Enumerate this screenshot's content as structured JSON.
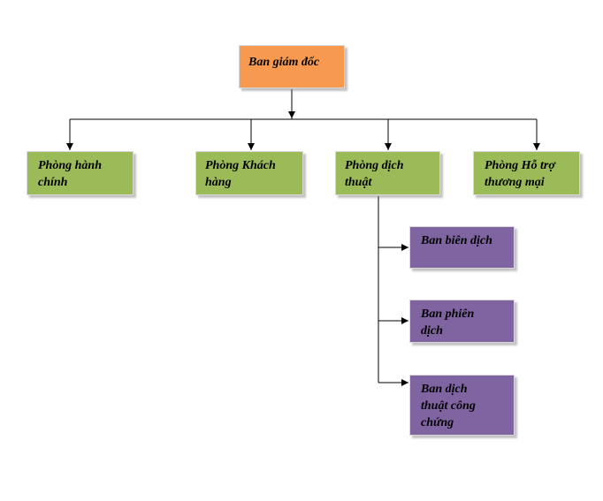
{
  "diagram": {
    "root": {
      "label": "Ban giám đốc"
    },
    "departments": [
      {
        "label": "Phòng hành\nchính"
      },
      {
        "label": "Phòng Khách\nhàng"
      },
      {
        "label": "Phòng dịch\nthuật"
      },
      {
        "label": "Phòng Hỗ trợ\nthương mại"
      }
    ],
    "sub_units": [
      {
        "label": "Ban biên dịch"
      },
      {
        "label": "Ban phiên\ndịch"
      },
      {
        "label": "Ban dịch\nthuật công\nchứng"
      }
    ],
    "colors": {
      "root": "#f79a4f",
      "department": "#9bbb59",
      "sub_unit": "#8064a2",
      "connector": "#000000"
    }
  }
}
